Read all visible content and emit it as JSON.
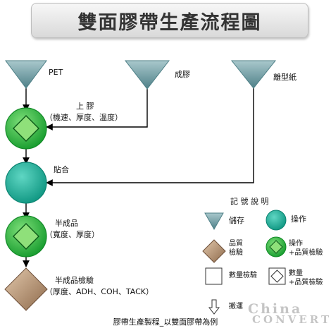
{
  "title": "雙面膠帶生產流程圖",
  "inputs": {
    "pet": "PET",
    "adhesive": "成膠",
    "release_paper": "離型紙"
  },
  "steps": {
    "coating": {
      "label": "上 膠",
      "sub": "（機速、厚度、溫度）"
    },
    "laminating": {
      "label": "貼合"
    },
    "semi_product": {
      "label": "半成品",
      "sub": "（寬度、厚度）"
    },
    "semi_inspection": {
      "label": "半成品檢驗",
      "sub": "（厚度、ADH、COH、TACK）"
    }
  },
  "legend": {
    "title": "記 號 說 明",
    "storage": "儲存",
    "operation": "操作",
    "quality_inspection": "品質\n檢驗",
    "operation_quality": "操作\n+品質檢驗",
    "quantity_inspection": "數量檢驗",
    "quantity_quality": "數量\n+品質檢驗",
    "transport": "搬運"
  },
  "caption": "膠帶生產製程_以雙面膠帶為例",
  "watermark": {
    "line1": "China",
    "line2": "CONVERT"
  },
  "colors": {
    "triangle": "#6f9ea6",
    "circle": "#1aa893",
    "op_circle": "#23b13c",
    "diamond_inner": "#8fe07a",
    "tan": "#b08a68",
    "line": "#000000"
  }
}
